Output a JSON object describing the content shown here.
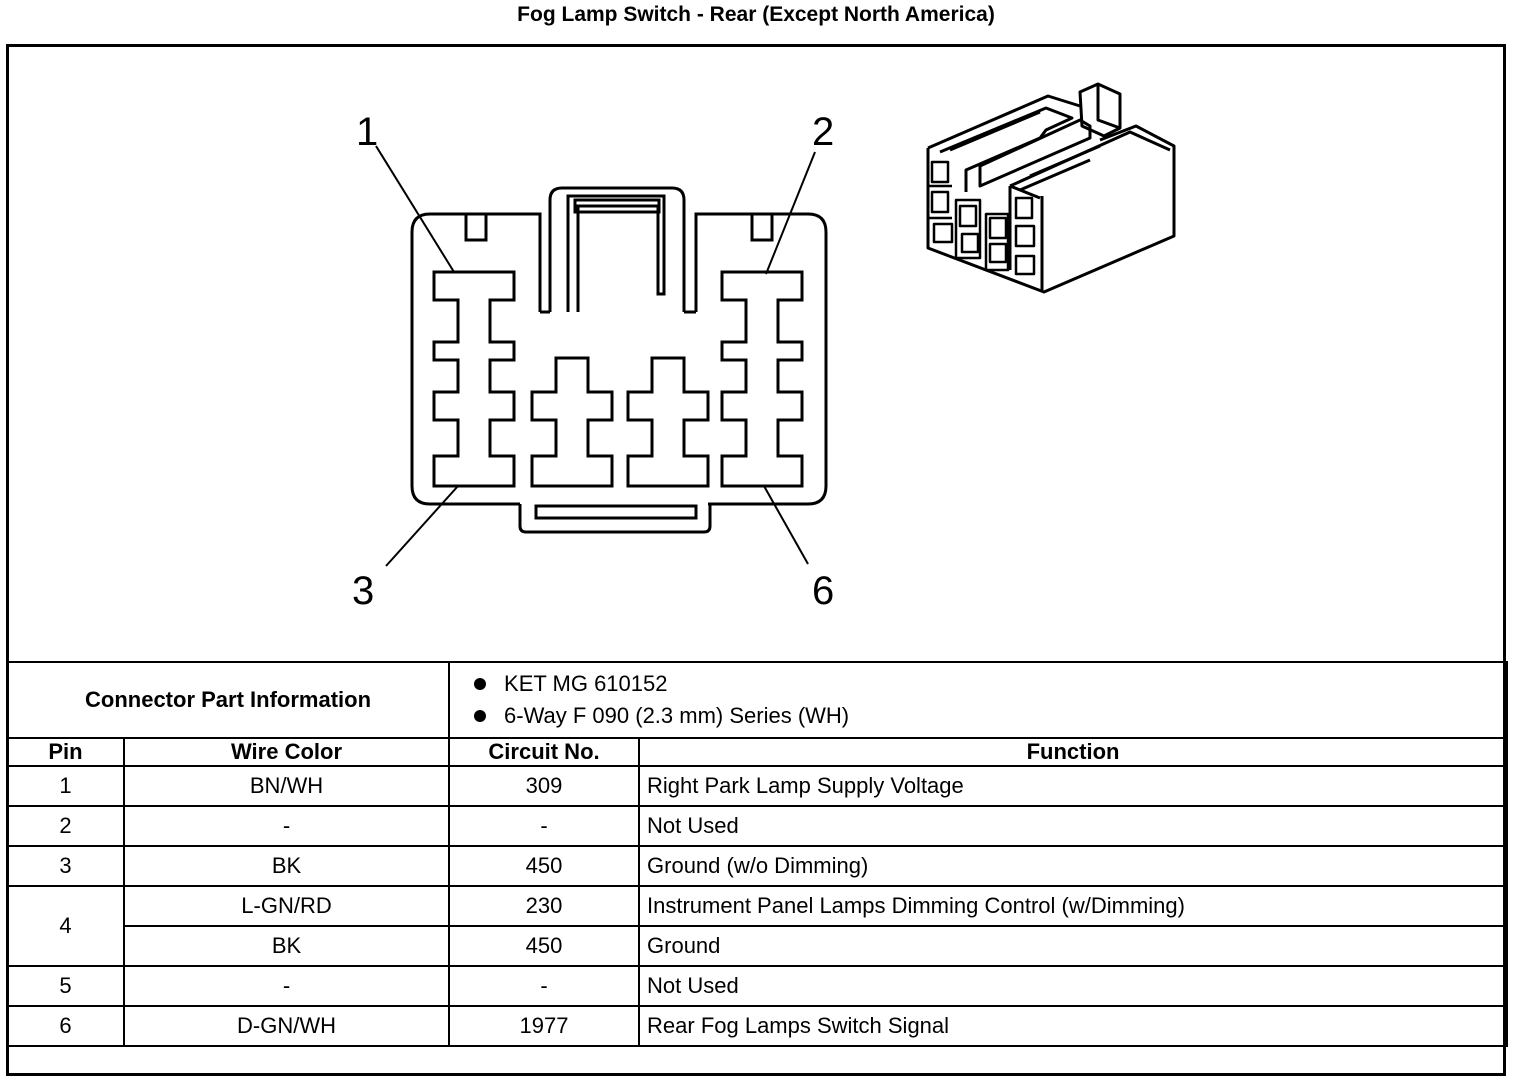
{
  "title": "Fog Lamp Switch - Rear (Except North America)",
  "diagram": {
    "pin_callouts": [
      "1",
      "2",
      "3",
      "6"
    ]
  },
  "connector_part_info": {
    "label": "Connector Part Information",
    "items": [
      "KET MG 610152",
      "6-Way F 090 (2.3 mm) Series (WH)"
    ]
  },
  "table": {
    "headers": [
      "Pin",
      "Wire Color",
      "Circuit No.",
      "Function"
    ],
    "rows": [
      {
        "pin": "1",
        "wire": "BN/WH",
        "circuit": "309",
        "function": "Right Park Lamp Supply Voltage"
      },
      {
        "pin": "2",
        "wire": "-",
        "circuit": "-",
        "function": "Not Used"
      },
      {
        "pin": "3",
        "wire": "BK",
        "circuit": "450",
        "function": "Ground (w/o Dimming)"
      },
      {
        "pin": "4",
        "wire": "L-GN/RD",
        "circuit": "230",
        "function": "Instrument Panel Lamps Dimming Control (w/Dimming)"
      },
      {
        "pin": "",
        "wire": "BK",
        "circuit": "450",
        "function": "Ground"
      },
      {
        "pin": "5",
        "wire": "-",
        "circuit": "-",
        "function": "Not Used"
      },
      {
        "pin": "6",
        "wire": "D-GN/WH",
        "circuit": "1977",
        "function": "Rear Fog Lamps Switch Signal"
      }
    ]
  }
}
